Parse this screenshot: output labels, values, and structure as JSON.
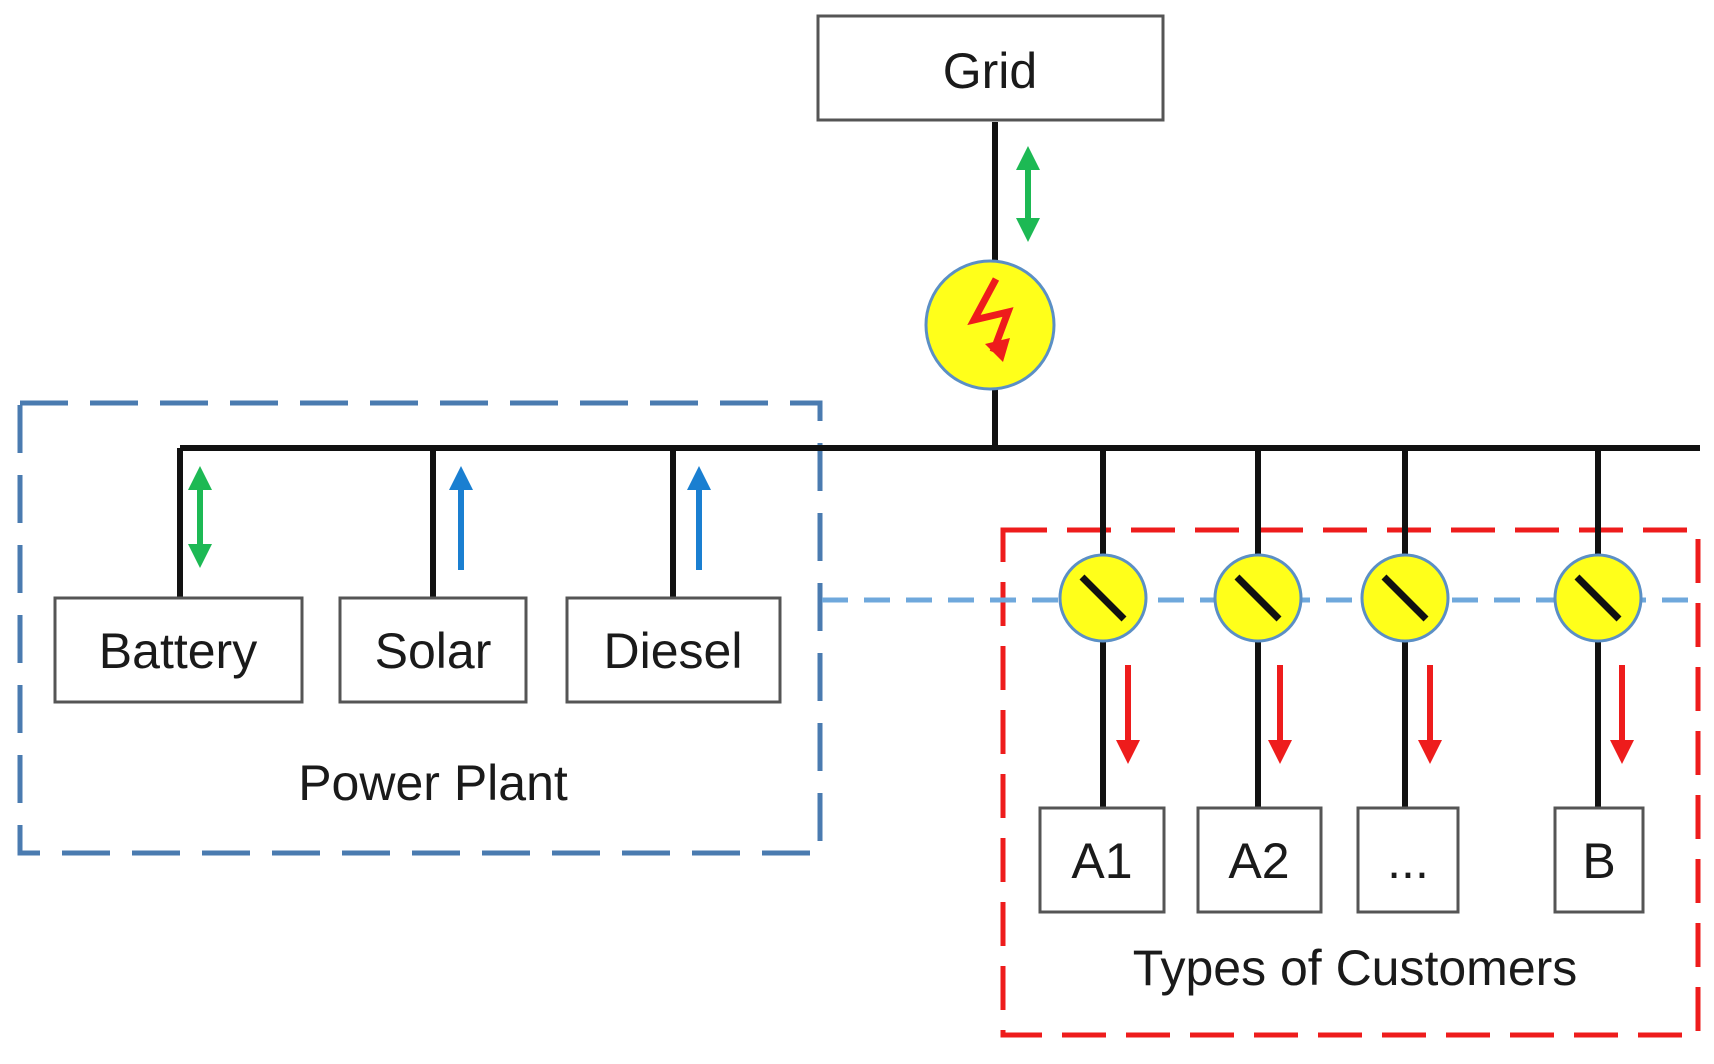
{
  "nodes": {
    "grid": "Grid",
    "battery": "Battery",
    "solar": "Solar",
    "diesel": "Diesel",
    "customers": [
      "A1",
      "A2",
      "...",
      "B"
    ]
  },
  "groups": {
    "power_plant": "Power Plant",
    "customers": "Types of Customers"
  },
  "colors": {
    "bidirectional_flow": "#1db954",
    "generation_flow": "#1a7fd1",
    "consumption_flow": "#ee1c1c",
    "power_plant_border": "#4a7bb0",
    "customer_border": "#ee1c1c",
    "meter_fill": "#ffff1a",
    "communication_link": "#6fa8dc"
  },
  "icons": {
    "grid_meter": "lightning-bolt-icon",
    "customer_meter": "switch-icon"
  }
}
